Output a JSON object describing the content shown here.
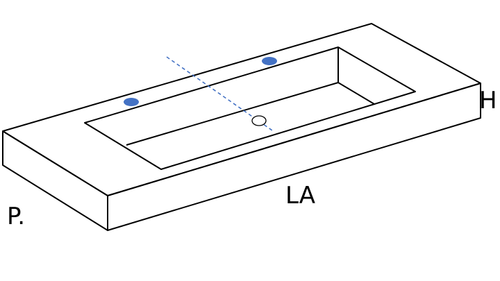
{
  "labels": {
    "height": "H",
    "length": "LA",
    "depth": "P."
  },
  "colors": {
    "outline": "#000000",
    "tap_holes": "#4472c4",
    "drain_axis": "#4472c4",
    "background": "#ffffff"
  }
}
